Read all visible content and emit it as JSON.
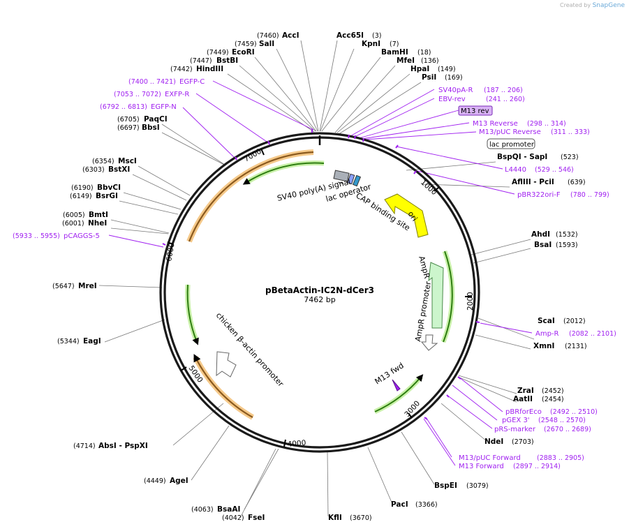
{
  "watermark": {
    "prefix": "Created by",
    "brand": "SnapGene"
  },
  "plasmid": {
    "name": "pBetaActin-IC2N-dCer3",
    "length": "7462 bp"
  },
  "ticks": [
    "1000",
    "2000",
    "3000",
    "4000",
    "5000",
    "6000",
    "7000"
  ],
  "enzymes": [
    {
      "name": "AccI",
      "pos": "(7460)"
    },
    {
      "name": "Acc65I",
      "pos": "(3)"
    },
    {
      "name": "SalI",
      "pos": "(7459)"
    },
    {
      "name": "KpnI",
      "pos": "(7)"
    },
    {
      "name": "EcoRI",
      "pos": "(7449)"
    },
    {
      "name": "BamHI",
      "pos": "(18)"
    },
    {
      "name": "BstBI",
      "pos": "(7447)"
    },
    {
      "name": "MfeI",
      "pos": "(136)"
    },
    {
      "name": "HindIII",
      "pos": "(7442)"
    },
    {
      "name": "HpaI",
      "pos": "(149)"
    },
    {
      "name": "PsiI",
      "pos": "(169)"
    },
    {
      "name": "PaqCI",
      "pos": "(6705)"
    },
    {
      "name": "BbsI",
      "pos": "(6697)"
    },
    {
      "name": "BspQI - SapI",
      "pos": "(523)"
    },
    {
      "name": "MscI",
      "pos": "(6354)"
    },
    {
      "name": "BstXI",
      "pos": "(6303)"
    },
    {
      "name": "AflIII - PciI",
      "pos": "(639)"
    },
    {
      "name": "BbvCI",
      "pos": "(6190)"
    },
    {
      "name": "BsrGI",
      "pos": "(6149)"
    },
    {
      "name": "BmtI",
      "pos": "(6005)"
    },
    {
      "name": "NheI",
      "pos": "(6001)"
    },
    {
      "name": "AhdI",
      "pos": "(1532)"
    },
    {
      "name": "BsaI",
      "pos": "(1593)"
    },
    {
      "name": "MreI",
      "pos": "(5647)"
    },
    {
      "name": "ScaI",
      "pos": "(2012)"
    },
    {
      "name": "XmnI",
      "pos": "(2131)"
    },
    {
      "name": "EagI",
      "pos": "(5344)"
    },
    {
      "name": "ZraI",
      "pos": "(2452)"
    },
    {
      "name": "AatII",
      "pos": "(2454)"
    },
    {
      "name": "NdeI",
      "pos": "(2703)"
    },
    {
      "name": "AbsI - PspXI",
      "pos": "(4714)"
    },
    {
      "name": "AgeI",
      "pos": "(4449)"
    },
    {
      "name": "BspEI",
      "pos": "(3079)"
    },
    {
      "name": "BsaAI",
      "pos": "(4063)"
    },
    {
      "name": "FseI",
      "pos": "(4042)"
    },
    {
      "name": "PacI",
      "pos": "(3366)"
    },
    {
      "name": "KflI",
      "pos": "(3670)"
    }
  ],
  "primers": [
    {
      "name": "EGFP-C",
      "range": "(7400 .. 7421)"
    },
    {
      "name": "EXFP-R",
      "range": "(7053 .. 7072)"
    },
    {
      "name": "EGFP-N",
      "range": "(6792 .. 6813)"
    },
    {
      "name": "SV40pA-R",
      "range": "(187 .. 206)"
    },
    {
      "name": "EBV-rev",
      "range": "(241 .. 260)"
    },
    {
      "name": "M13 rev",
      "range": ""
    },
    {
      "name": "M13 Reverse",
      "range": "(298 .. 314)"
    },
    {
      "name": "M13/pUC Reverse",
      "range": "(311 .. 333)"
    },
    {
      "name": "L4440",
      "range": "(529 .. 546)"
    },
    {
      "name": "pBR322ori-F",
      "range": "(780 .. 799)"
    },
    {
      "name": "pCAGGS-5",
      "range": "(5933 .. 5955)"
    },
    {
      "name": "Amp-R",
      "range": "(2082 .. 2101)"
    },
    {
      "name": "pBRforEco",
      "range": "(2492 .. 2510)"
    },
    {
      "name": "pGEX 3'",
      "range": "(2548 .. 2570)"
    },
    {
      "name": "pRS-marker",
      "range": "(2670 .. 2689)"
    },
    {
      "name": "M13/pUC Forward",
      "range": "(2883 .. 2905)"
    },
    {
      "name": "M13 Forward",
      "range": "(2897 .. 2914)"
    }
  ],
  "features": [
    {
      "name": "lac promoter"
    },
    {
      "name": "SV40 poly(A) signal"
    },
    {
      "name": "lac operator"
    },
    {
      "name": "CAP binding site"
    },
    {
      "name": "ori"
    },
    {
      "name": "AmpR"
    },
    {
      "name": "AmpR promoter"
    },
    {
      "name": "chicken β-actin promoter"
    },
    {
      "name": "M13 fwd"
    }
  ]
}
